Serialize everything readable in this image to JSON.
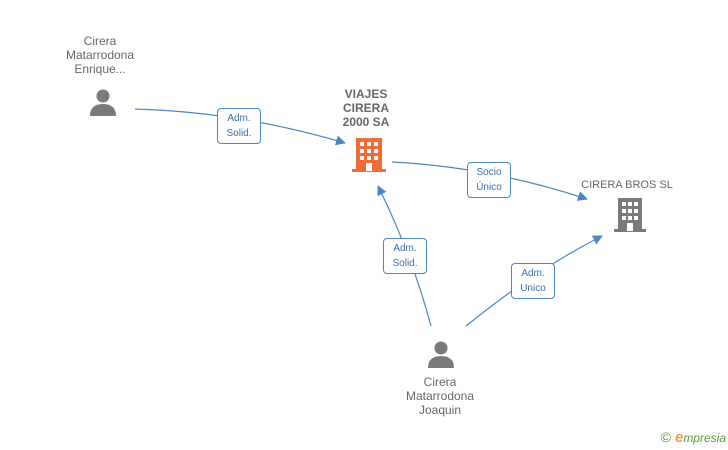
{
  "nodes": {
    "enrique": {
      "lines": [
        "Cirera",
        "Matarrodona",
        "Enrique..."
      ]
    },
    "viajes": {
      "lines": [
        "VIAJES",
        "CIRERA",
        "2000 SA"
      ]
    },
    "bros": {
      "lines": [
        "CIRERA BROS SL"
      ]
    },
    "joaquin": {
      "lines": [
        "Cirera",
        "Matarrodona",
        "Joaquin"
      ]
    }
  },
  "edges": {
    "enrique_viajes": {
      "lines": [
        "Adm.",
        "Solid."
      ]
    },
    "viajes_bros": {
      "lines": [
        "Socio",
        "Único"
      ]
    },
    "joaquin_viajes": {
      "lines": [
        "Adm.",
        "Solid."
      ]
    },
    "joaquin_bros": {
      "lines": [
        "Adm.",
        "Unico"
      ]
    }
  },
  "colors": {
    "edge": "#4a86c8",
    "person_icon": "#7a7a7a",
    "highlight_company": "#f26a35",
    "company": "#7a7a7a"
  },
  "footer": {
    "copyright": "©",
    "brand_first": "e",
    "brand_rest": "mpresia"
  }
}
